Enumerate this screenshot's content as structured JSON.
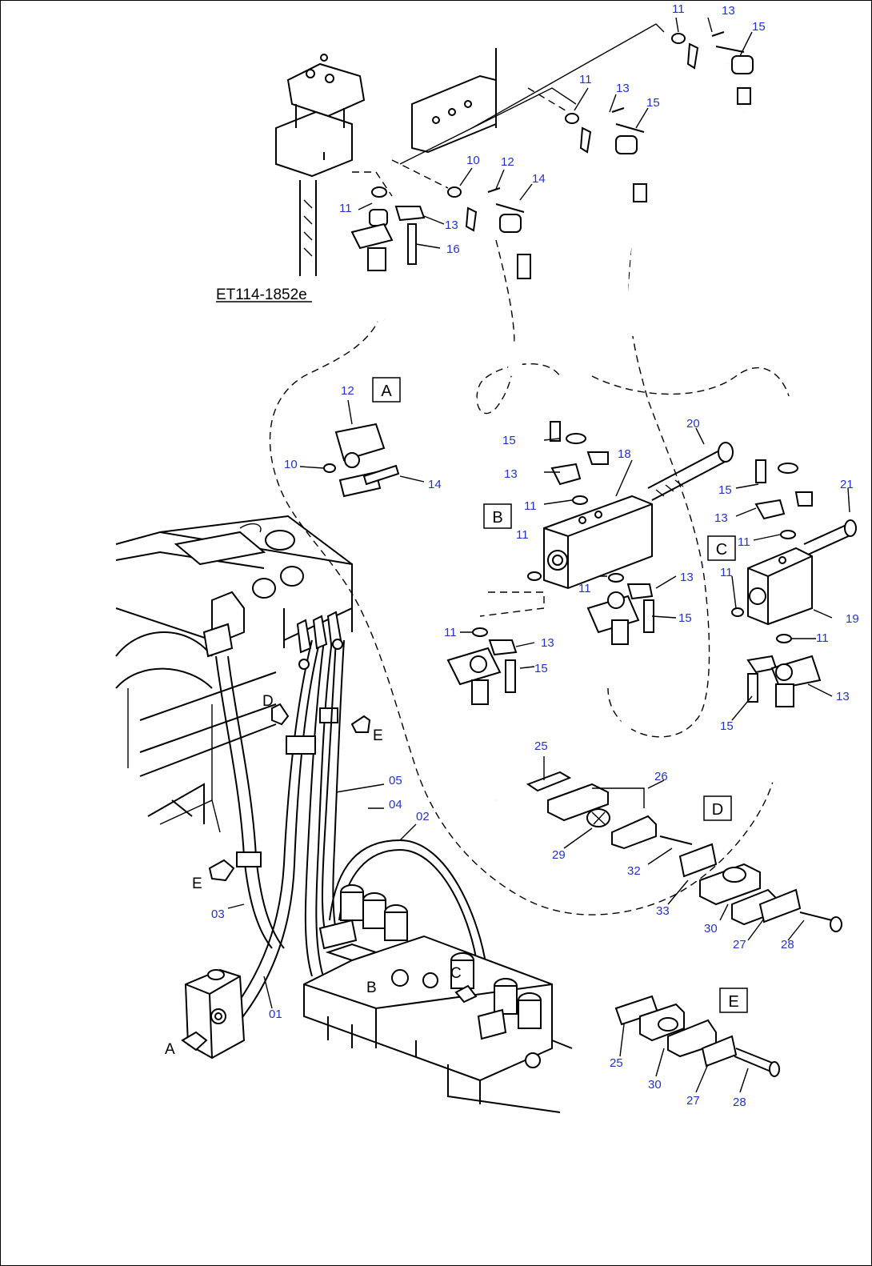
{
  "drawing_code": "ET114-1852e",
  "detail_boxes": [
    "A",
    "B",
    "C",
    "D",
    "E"
  ],
  "view_arrows": [
    "A",
    "B",
    "C",
    "D",
    "E",
    "E"
  ],
  "hose_labels": [
    "01",
    "02",
    "03",
    "04",
    "05"
  ],
  "part_labels": [
    "10",
    "11",
    "12",
    "13",
    "14",
    "15",
    "16",
    "18",
    "19",
    "20",
    "21",
    "25",
    "26",
    "27",
    "28",
    "29",
    "30",
    "32",
    "33"
  ],
  "colors": {
    "line": "#000000",
    "part_number": "#2233cc",
    "background": "#ffffff"
  }
}
